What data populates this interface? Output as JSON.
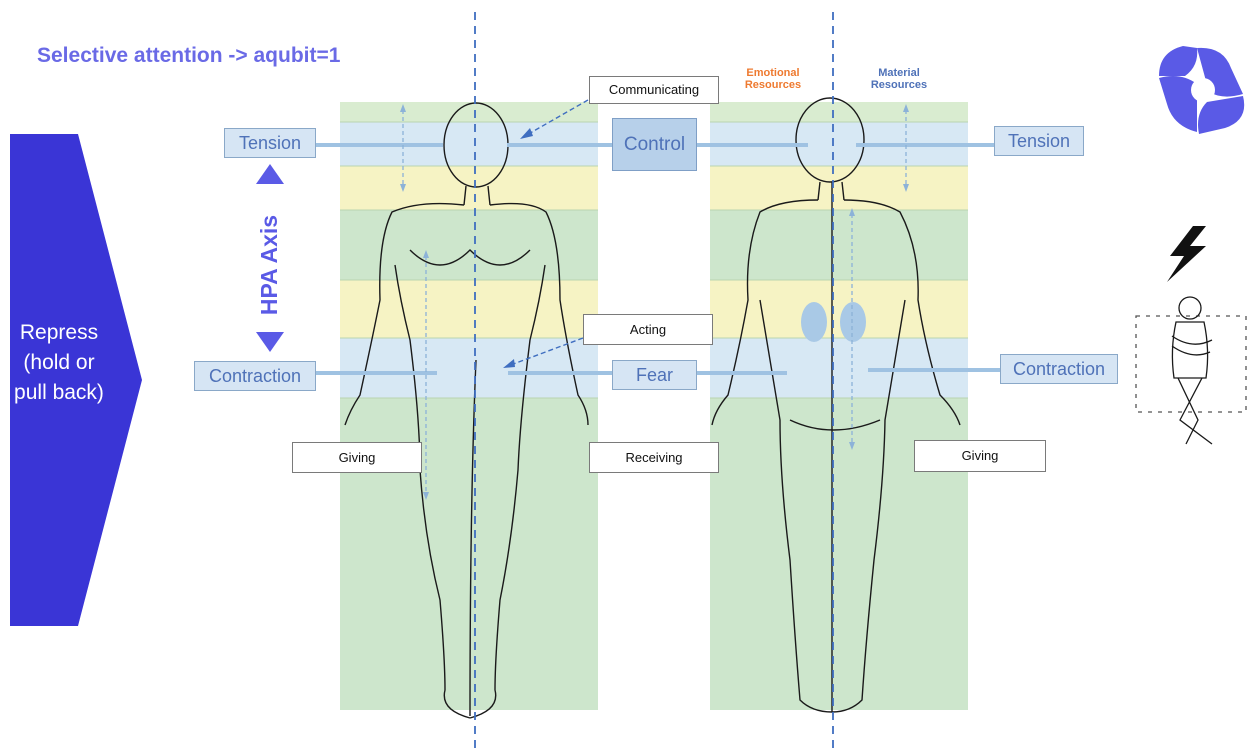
{
  "title": "Selective attention -> aqubit=1",
  "repress_label": "Repress (hold or pull back)",
  "hpa_label": "HPA Axis",
  "headers": {
    "emotional": "Emotional Resources",
    "material": "Material Resources"
  },
  "left": {
    "tension": "Tension",
    "contraction": "Contraction",
    "giving": "Giving"
  },
  "center": {
    "control": "Control",
    "fear": "Fear",
    "communicating": "Communicating",
    "acting": "Acting",
    "receiving": "Receiving"
  },
  "right": {
    "tension": "Tension",
    "contraction": "Contraction",
    "giving": "Giving"
  },
  "colors": {
    "title": "#6a6ae6",
    "chevron": "#3a35d6",
    "hpa": "#5a5ae6",
    "emotional": "#ee7a30",
    "material": "#4f72b8",
    "band_green": "#cde6cc",
    "band_yellow": "#f6f3c4",
    "band_blue": "#d7e8f4",
    "connector": "#9fc2e2",
    "logo": "#5a5ae6"
  },
  "icons": [
    "logo-icon",
    "lightning-bolt-icon",
    "shivering-person-icon"
  ]
}
